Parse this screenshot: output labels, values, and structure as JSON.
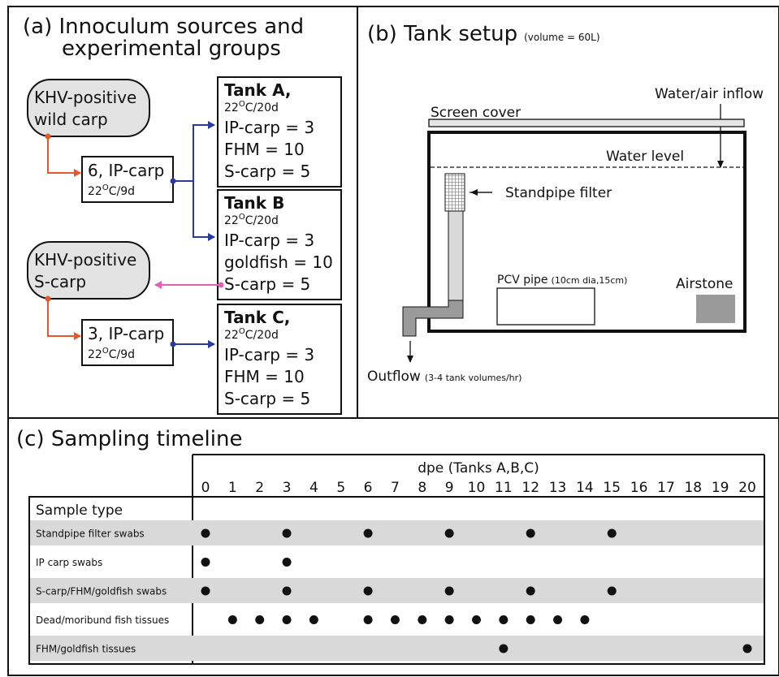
{
  "panel_a": {
    "title_line1": "(a) Innoculum sources and",
    "title_line2": "experimental groups",
    "source_wild": {
      "line1": "KHV-positive",
      "line2": "wild carp"
    },
    "source_scarp": {
      "line1": "KHV-positive",
      "line2": "S-carp"
    },
    "ip_box_1": {
      "line1": "6, IP-carp",
      "line2": "22",
      "line2_sup": "O",
      "line2_tail": "C/9d"
    },
    "ip_box_2": {
      "line1": "3, IP-carp",
      "line2": "22",
      "line2_sup": "O",
      "line2_tail": "C/9d"
    },
    "tanks": [
      {
        "name": "Tank A,",
        "cond": "22",
        "cond_sup": "O",
        "cond_tail": "C/20d",
        "rows": [
          "IP-carp = 3",
          "FHM = 10",
          "S-carp = 5"
        ]
      },
      {
        "name": "Tank B",
        "cond": "22",
        "cond_sup": "O",
        "cond_tail": "C/20d",
        "rows": [
          "IP-carp = 3",
          "goldfish = 10",
          "S-carp = 5"
        ]
      },
      {
        "name": "Tank C,",
        "cond": "22",
        "cond_sup": "O",
        "cond_tail": "C/20d",
        "rows": [
          "IP-carp = 3",
          "FHM = 10",
          "S-carp = 5"
        ]
      }
    ],
    "colors": {
      "orange": "#e8562a",
      "blue": "#2b3aa0",
      "pink": "#e15fb4",
      "source_fill": "#e3e3e3"
    }
  },
  "panel_b": {
    "title": "(b) Tank setup",
    "subtitle": "(volume = 60L)",
    "screen_cover": "Screen cover",
    "water_air_inflow": "Water/air inflow",
    "water_level": "Water level",
    "standpipe_filter": "Standpipe filter",
    "pcv_pipe": "PCV pipe",
    "pcv_pipe_note": "(10cm dia,15cm)",
    "airstone": "Airstone",
    "outflow": "Outflow",
    "outflow_note": "(3-4 tank volumes/hr)",
    "colors": {
      "pipe": "#d9d9d9",
      "airstone": "#9a9a9a"
    }
  },
  "panel_c": {
    "title": "(c) Sampling timeline",
    "axis_label": "dpe (Tanks A,B,C)",
    "header": "Sample type",
    "days": [
      "0",
      "1",
      "2",
      "3",
      "4",
      "5",
      "6",
      "7",
      "8",
      "9",
      "10",
      "11",
      "12",
      "13",
      "14",
      "15",
      "16",
      "17",
      "18",
      "19",
      "20"
    ],
    "rows": [
      {
        "label": "Standpipe filter swabs",
        "shaded": true,
        "samples": [
          0,
          3,
          6,
          9,
          12,
          15
        ]
      },
      {
        "label": "IP carp swabs",
        "shaded": false,
        "samples": [
          0,
          3
        ]
      },
      {
        "label": "S-carp/FHM/goldfish swabs",
        "shaded": true,
        "samples": [
          0,
          3,
          6,
          9,
          12,
          15
        ]
      },
      {
        "label": "Dead/moribund fish tissues",
        "shaded": false,
        "samples": [
          1,
          2,
          3,
          4,
          6,
          7,
          8,
          9,
          10,
          11,
          12,
          13,
          14
        ]
      },
      {
        "label": "FHM/goldfish tissues",
        "shaded": true,
        "samples": [
          11,
          20
        ]
      }
    ],
    "colors": {
      "shade": "#d9d9d9",
      "dot": "#111111"
    }
  }
}
